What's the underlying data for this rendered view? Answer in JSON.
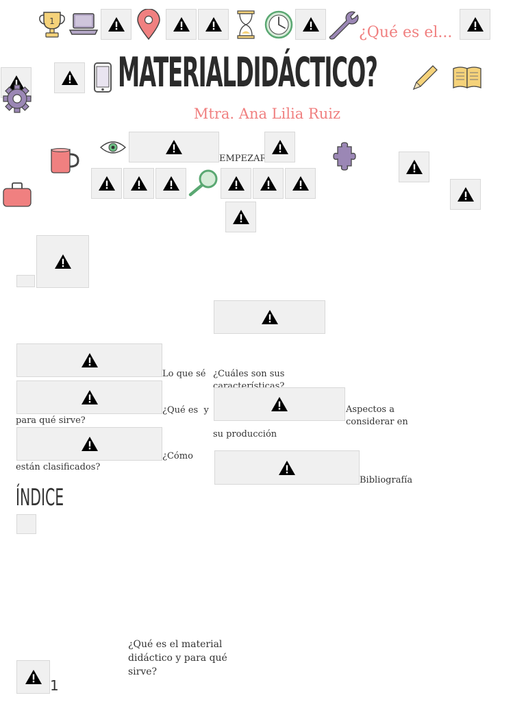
{
  "header": {
    "question_prefix": "¿Qué es el...",
    "title": "MATERIALDIDÁCTICO?",
    "author": "Mtra. Ana Lilia Ruiz"
  },
  "start": {
    "label": "EMPEZAR"
  },
  "index": {
    "heading": "ÍNDICE",
    "items": [
      {
        "label": "Lo que sé"
      },
      {
        "label": "¿Cuáles son sus características?"
      },
      {
        "label_line1": "¿Qué es  y",
        "label_line2": "para qué sirve?"
      },
      {
        "label_line1": "Aspectos a",
        "label_line2": "considerar en",
        "label_line3": "su producción"
      },
      {
        "label_line1": "¿Cómo",
        "label_line2": "están clasificados?"
      },
      {
        "label": "Bibliografía"
      }
    ]
  },
  "section": {
    "heading_line1": "¿Qué es el material",
    "heading_line2": "didáctico y para qué",
    "heading_line3": "sirve?",
    "number": "1"
  },
  "icons": {
    "top_row": [
      "trophy-icon",
      "laptop-icon",
      "map-pin-icon",
      "hourglass-icon",
      "clock-icon",
      "wrench-icon"
    ],
    "title_row": [
      "gear-icon",
      "phone-icon",
      "pencil-icon",
      "book-icon"
    ],
    "middle": [
      "mug-icon",
      "eye-icon",
      "puzzle-icon",
      "magnifier-icon",
      "suitcase-icon"
    ]
  },
  "colors": {
    "accent_pink": "#f08080",
    "placeholder_bg": "#f0f0f0",
    "title_text": "#2b2b2b"
  }
}
